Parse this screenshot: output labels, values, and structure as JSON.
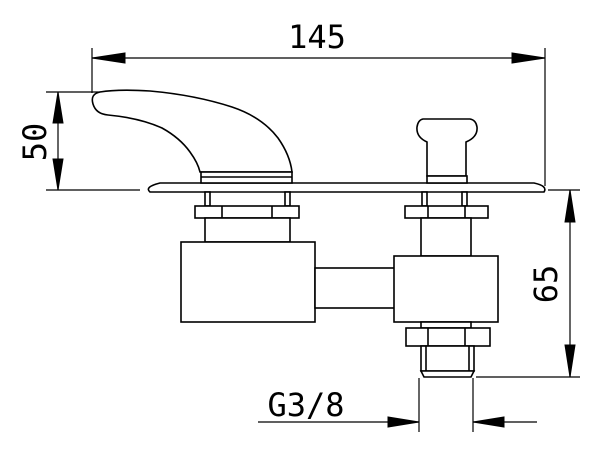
{
  "dimensions": {
    "overall_width": "145",
    "spout_height": "50",
    "body_height": "65",
    "thread": "G3/8"
  },
  "colors": {
    "line": "#000000",
    "background": "#ffffff"
  }
}
